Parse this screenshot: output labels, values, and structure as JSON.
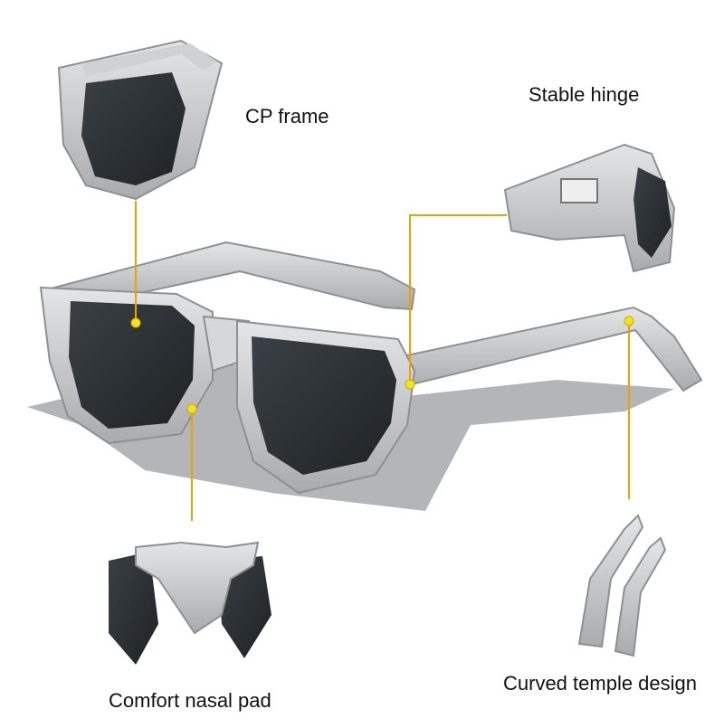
{
  "labels": {
    "cp_frame": "CP frame",
    "stable_hinge": "Stable hinge",
    "comfort_nasal_pad": "Comfort nasal pad",
    "curved_temple_design": "Curved temple design"
  },
  "colors": {
    "callout_line": "#f0a000",
    "callout_dot": "#f7e21a",
    "frame_clear_gray": "#c9cbcc",
    "frame_edge": "#8e9092",
    "lens_dark": "#2a2f33",
    "reflection": "#a6a8aa"
  }
}
